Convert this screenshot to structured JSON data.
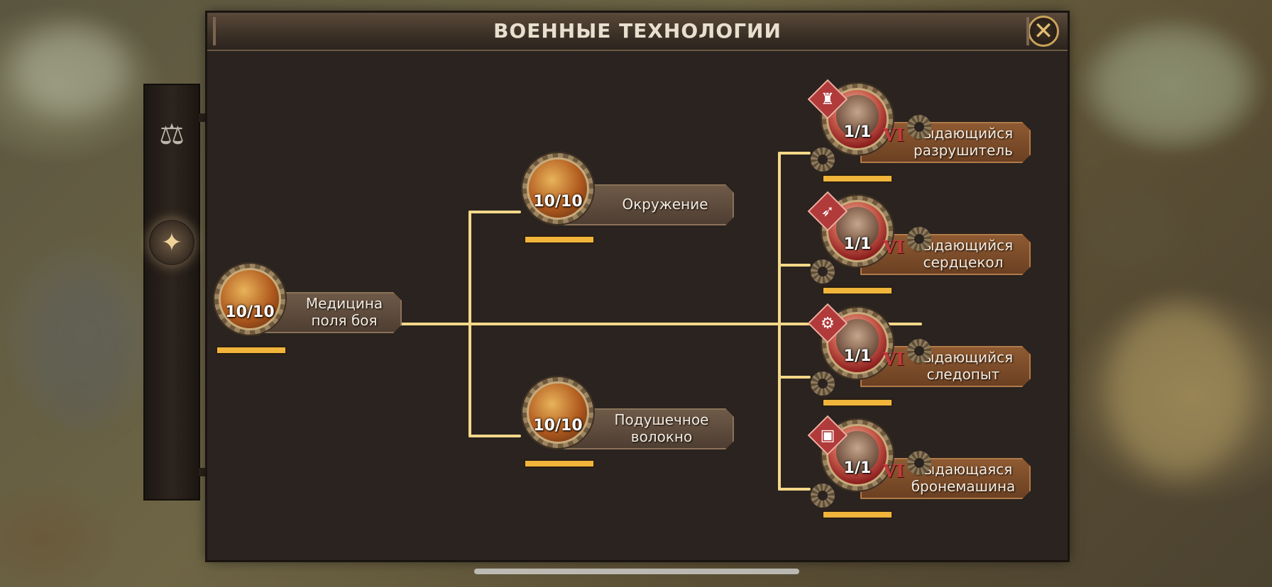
{
  "window": {
    "title": "ВОЕННЫЕ ТЕХНОЛОГИИ",
    "close_icon": "close-x-icon"
  },
  "sidebar": {
    "tabs": [
      {
        "icon": "scales-icon",
        "active": false
      },
      {
        "icon": "rifle-icon",
        "active": true
      }
    ]
  },
  "colors": {
    "panel_bg": "#2a231f",
    "connector": "#f3d889",
    "progress": "#f0b53a",
    "rank_red": "#c23a3a"
  },
  "nodes": {
    "medicine": {
      "level": "10/10",
      "name": "Медицина поля боя",
      "progress": 1.0
    },
    "encirclement": {
      "level": "10/10",
      "name": "Окружение",
      "progress": 1.0
    },
    "fiber": {
      "level": "10/10",
      "name": "Подушечное волокно",
      "progress": 1.0
    },
    "destroyer": {
      "level": "1/1",
      "rank": "VI",
      "name": "Выдающийся разрушитель",
      "unit_icon": "siege-tower-icon",
      "progress": 1.0
    },
    "heartbreaker": {
      "level": "1/1",
      "rank": "VI",
      "name": "Выдающийся сердцекол",
      "unit_icon": "crossbow-icon",
      "progress": 1.0
    },
    "pathfinder": {
      "level": "1/1",
      "rank": "VI",
      "name": "Выдающийся следопыт",
      "unit_icon": "motorcycle-icon",
      "progress": 1.0
    },
    "armored": {
      "level": "1/1",
      "rank": "VI",
      "name": "Выдающаяся бронемашина",
      "unit_icon": "armored-car-icon",
      "progress": 1.0
    }
  }
}
